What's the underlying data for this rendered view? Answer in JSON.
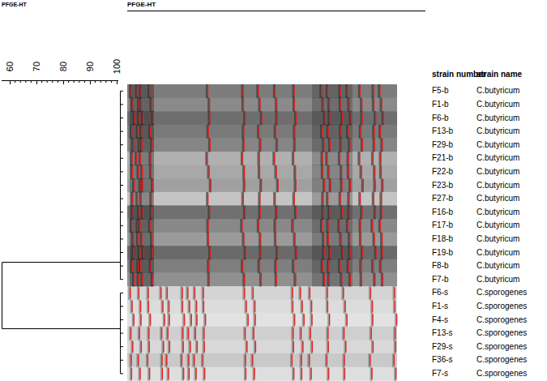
{
  "diagram": {
    "labels": [
      "PFGE-HT",
      "PFGE-HT",
      "60",
      "70",
      "80",
      "90",
      "100",
      "strain number",
      "strain name",
      "F5-b",
      "C.butyricum",
      "F1-b",
      "C.butyricum",
      "F6-b",
      "C.butyricum",
      "F13-b",
      "C.butyricum",
      "F29-b",
      "C.butyricum",
      "F21-b",
      "C.butyricum",
      "F22-b",
      "C.butyricum",
      "F23-b",
      "C.butyricum",
      "F27-b",
      "C.butyricum",
      "F16-b",
      "C.butyricum",
      "F17-b",
      "C.butyricum",
      "F18-b",
      "C.butyricum",
      "F19-b",
      "C.butyricum",
      "F8-b",
      "C.butyricum",
      "F7-b",
      "C.butyricum",
      "F6-s",
      "C.sporogenes",
      "F1-s",
      "C.sporogenes",
      "F4-s",
      "C.sporogenes",
      "F13-s",
      "C.sporogenes",
      "F29-s",
      "C.sporogenes",
      "F36-s",
      "C.sporogenes",
      "F7-s",
      "C.sporogenes"
    ]
  }
}
